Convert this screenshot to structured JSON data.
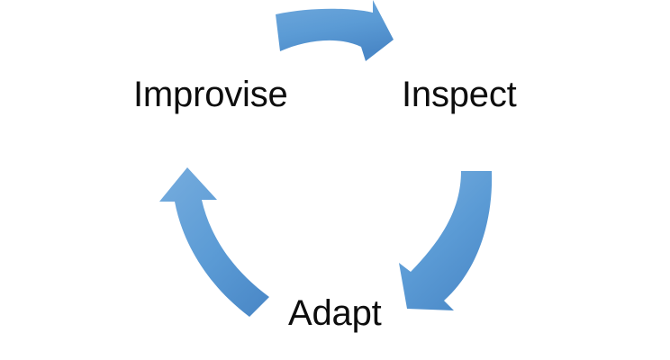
{
  "diagram": {
    "type": "cycle-diagram",
    "title": "",
    "background_color": "#ffffff",
    "arrow_color": "#5b9bd5",
    "arrow_color_light": "#6fa8dc",
    "arrow_color_dark": "#4a86c5",
    "text_color": "#0d0d0d",
    "nodes": [
      {
        "id": "improvise",
        "label": "Improvise",
        "position": "top-left"
      },
      {
        "id": "inspect",
        "label": "Inspect",
        "position": "top-right"
      },
      {
        "id": "adapt",
        "label": "Adapt",
        "position": "bottom-center"
      }
    ],
    "arrows": [
      {
        "id": "improvise-to-inspect",
        "name": "top-curved-arrow",
        "from": "improvise",
        "to": "inspect",
        "direction": "rightward-curving",
        "points_to": "Inspect"
      },
      {
        "id": "inspect-to-adapt",
        "name": "right-curved-arrow",
        "from": "inspect",
        "to": "adapt",
        "direction": "downward-curving-left",
        "points_to": "Adapt"
      },
      {
        "id": "adapt-to-improvise",
        "name": "left-curved-arrow",
        "from": "adapt",
        "to": "improvise",
        "direction": "upward-curving",
        "points_to": "Improvise"
      }
    ]
  }
}
